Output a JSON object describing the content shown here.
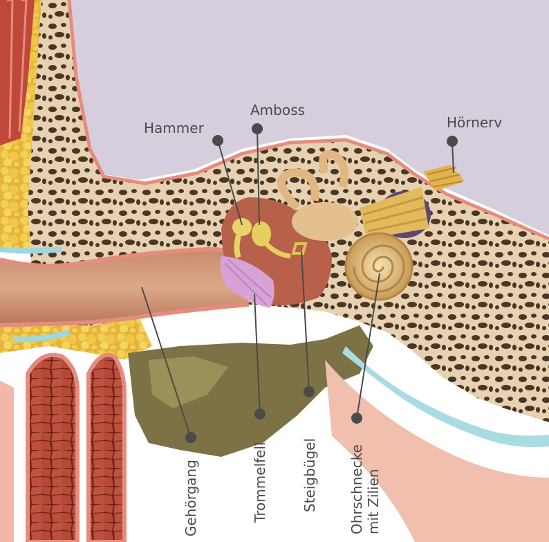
{
  "diagram": {
    "labels": {
      "hammer": "Hammer",
      "amboss": "Amboss",
      "hoernerv": "Hörnerv",
      "gehoergang": "Gehörgang",
      "trommelfell": "Trommelfell",
      "steigbuegel": "Steigbügel",
      "ohrschnecke_line1": "Ohrschnecke",
      "ohrschnecke_line2": "mit Zilien"
    }
  }
}
